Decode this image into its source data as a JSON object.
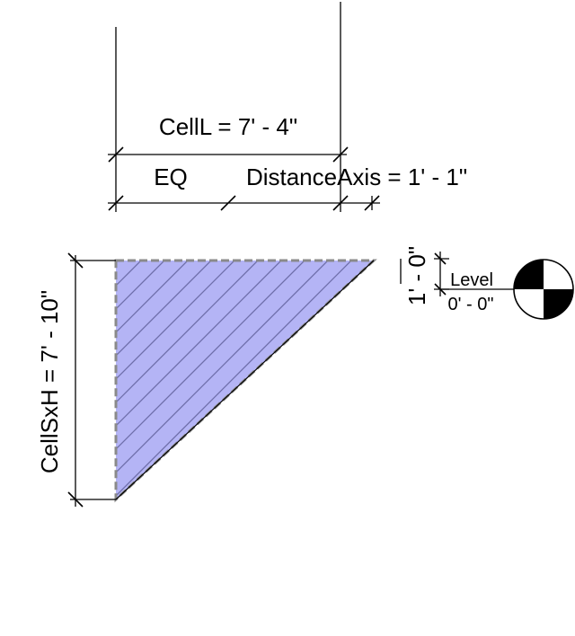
{
  "dimensions": {
    "cell_length": "CellL = 7' - 4\"",
    "eq": "EQ",
    "distance_axis": "DistanceAxis = 1' - 1\"",
    "cell_height": "CellSxH = 7' - 10\"",
    "offset": "1' - 0\""
  },
  "level_marker": {
    "name": "Level",
    "elevation": "0' - 0\""
  },
  "colors": {
    "fill": "#b4b4f5",
    "hatch": "#6e6eaa",
    "edge": "#8a8a8a"
  }
}
